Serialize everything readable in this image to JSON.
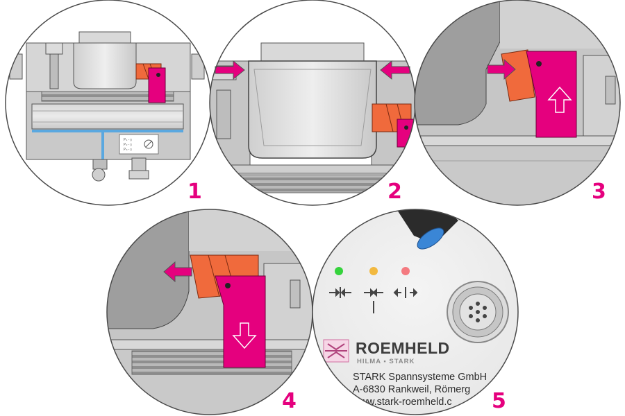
{
  "steps": [
    {
      "number": "1"
    },
    {
      "number": "2"
    },
    {
      "number": "3"
    },
    {
      "number": "4"
    },
    {
      "number": "5"
    }
  ],
  "panel5": {
    "brand": "ROEMHELD",
    "sub_brand": "HILMA ▪ STARK",
    "company_line": "STARK Spannsysteme GmbH",
    "address_line": "A-6830 Rankweil, Römerg",
    "web_line": "www.stark-roemheld.c",
    "leds": [
      {
        "color": "#35d33c"
      },
      {
        "color": "#f2b940"
      },
      {
        "color": "#f47a80"
      }
    ]
  },
  "colors": {
    "accent": "#e5007e",
    "orange": "#f06a3c",
    "gray": "#c4c4c4",
    "dark_gray": "#4a4a4a",
    "blue_line": "#5aa8e0"
  }
}
